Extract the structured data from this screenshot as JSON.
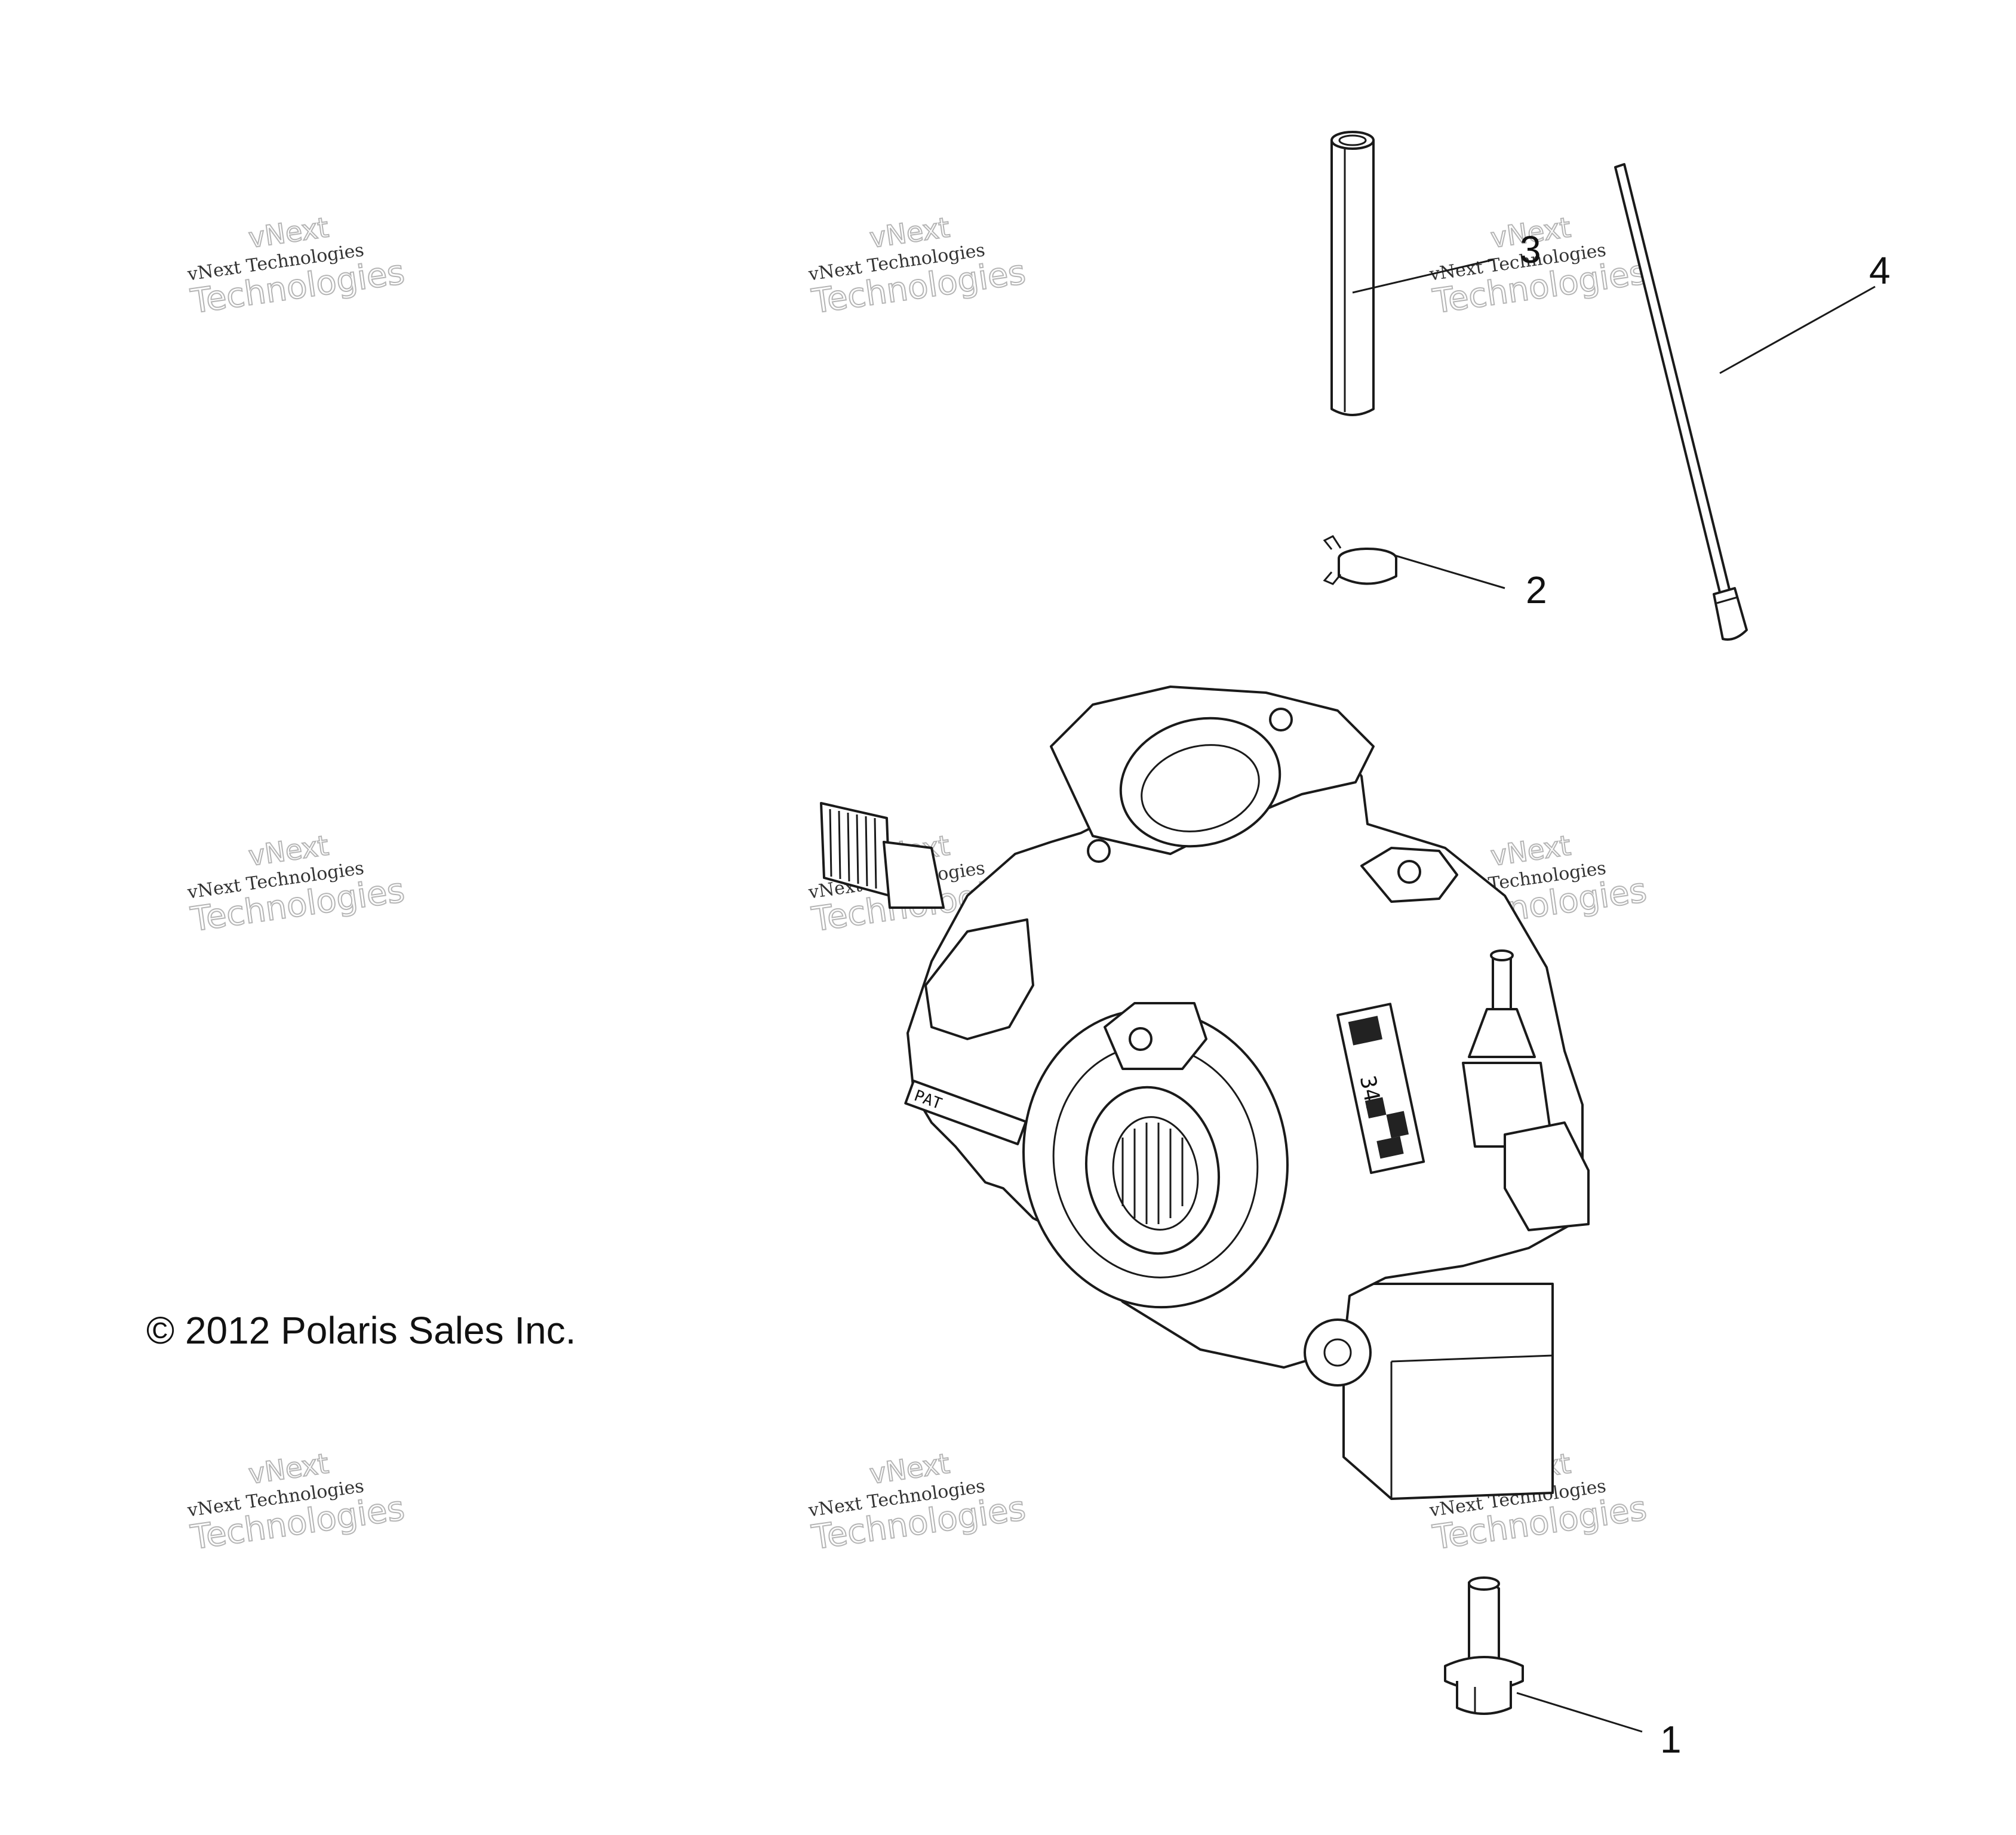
{
  "copyright": "© 2012 Polaris Sales Inc.",
  "callouts": [
    {
      "id": "1",
      "label": "1"
    },
    {
      "id": "2",
      "label": "2"
    },
    {
      "id": "3",
      "label": "3"
    },
    {
      "id": "4",
      "label": "4"
    }
  ],
  "watermark": {
    "line0": "vNext",
    "line1": "vNext Technologies",
    "line2": "Technologies"
  },
  "label_text": {
    "number": "347",
    "pat": "PAT"
  }
}
